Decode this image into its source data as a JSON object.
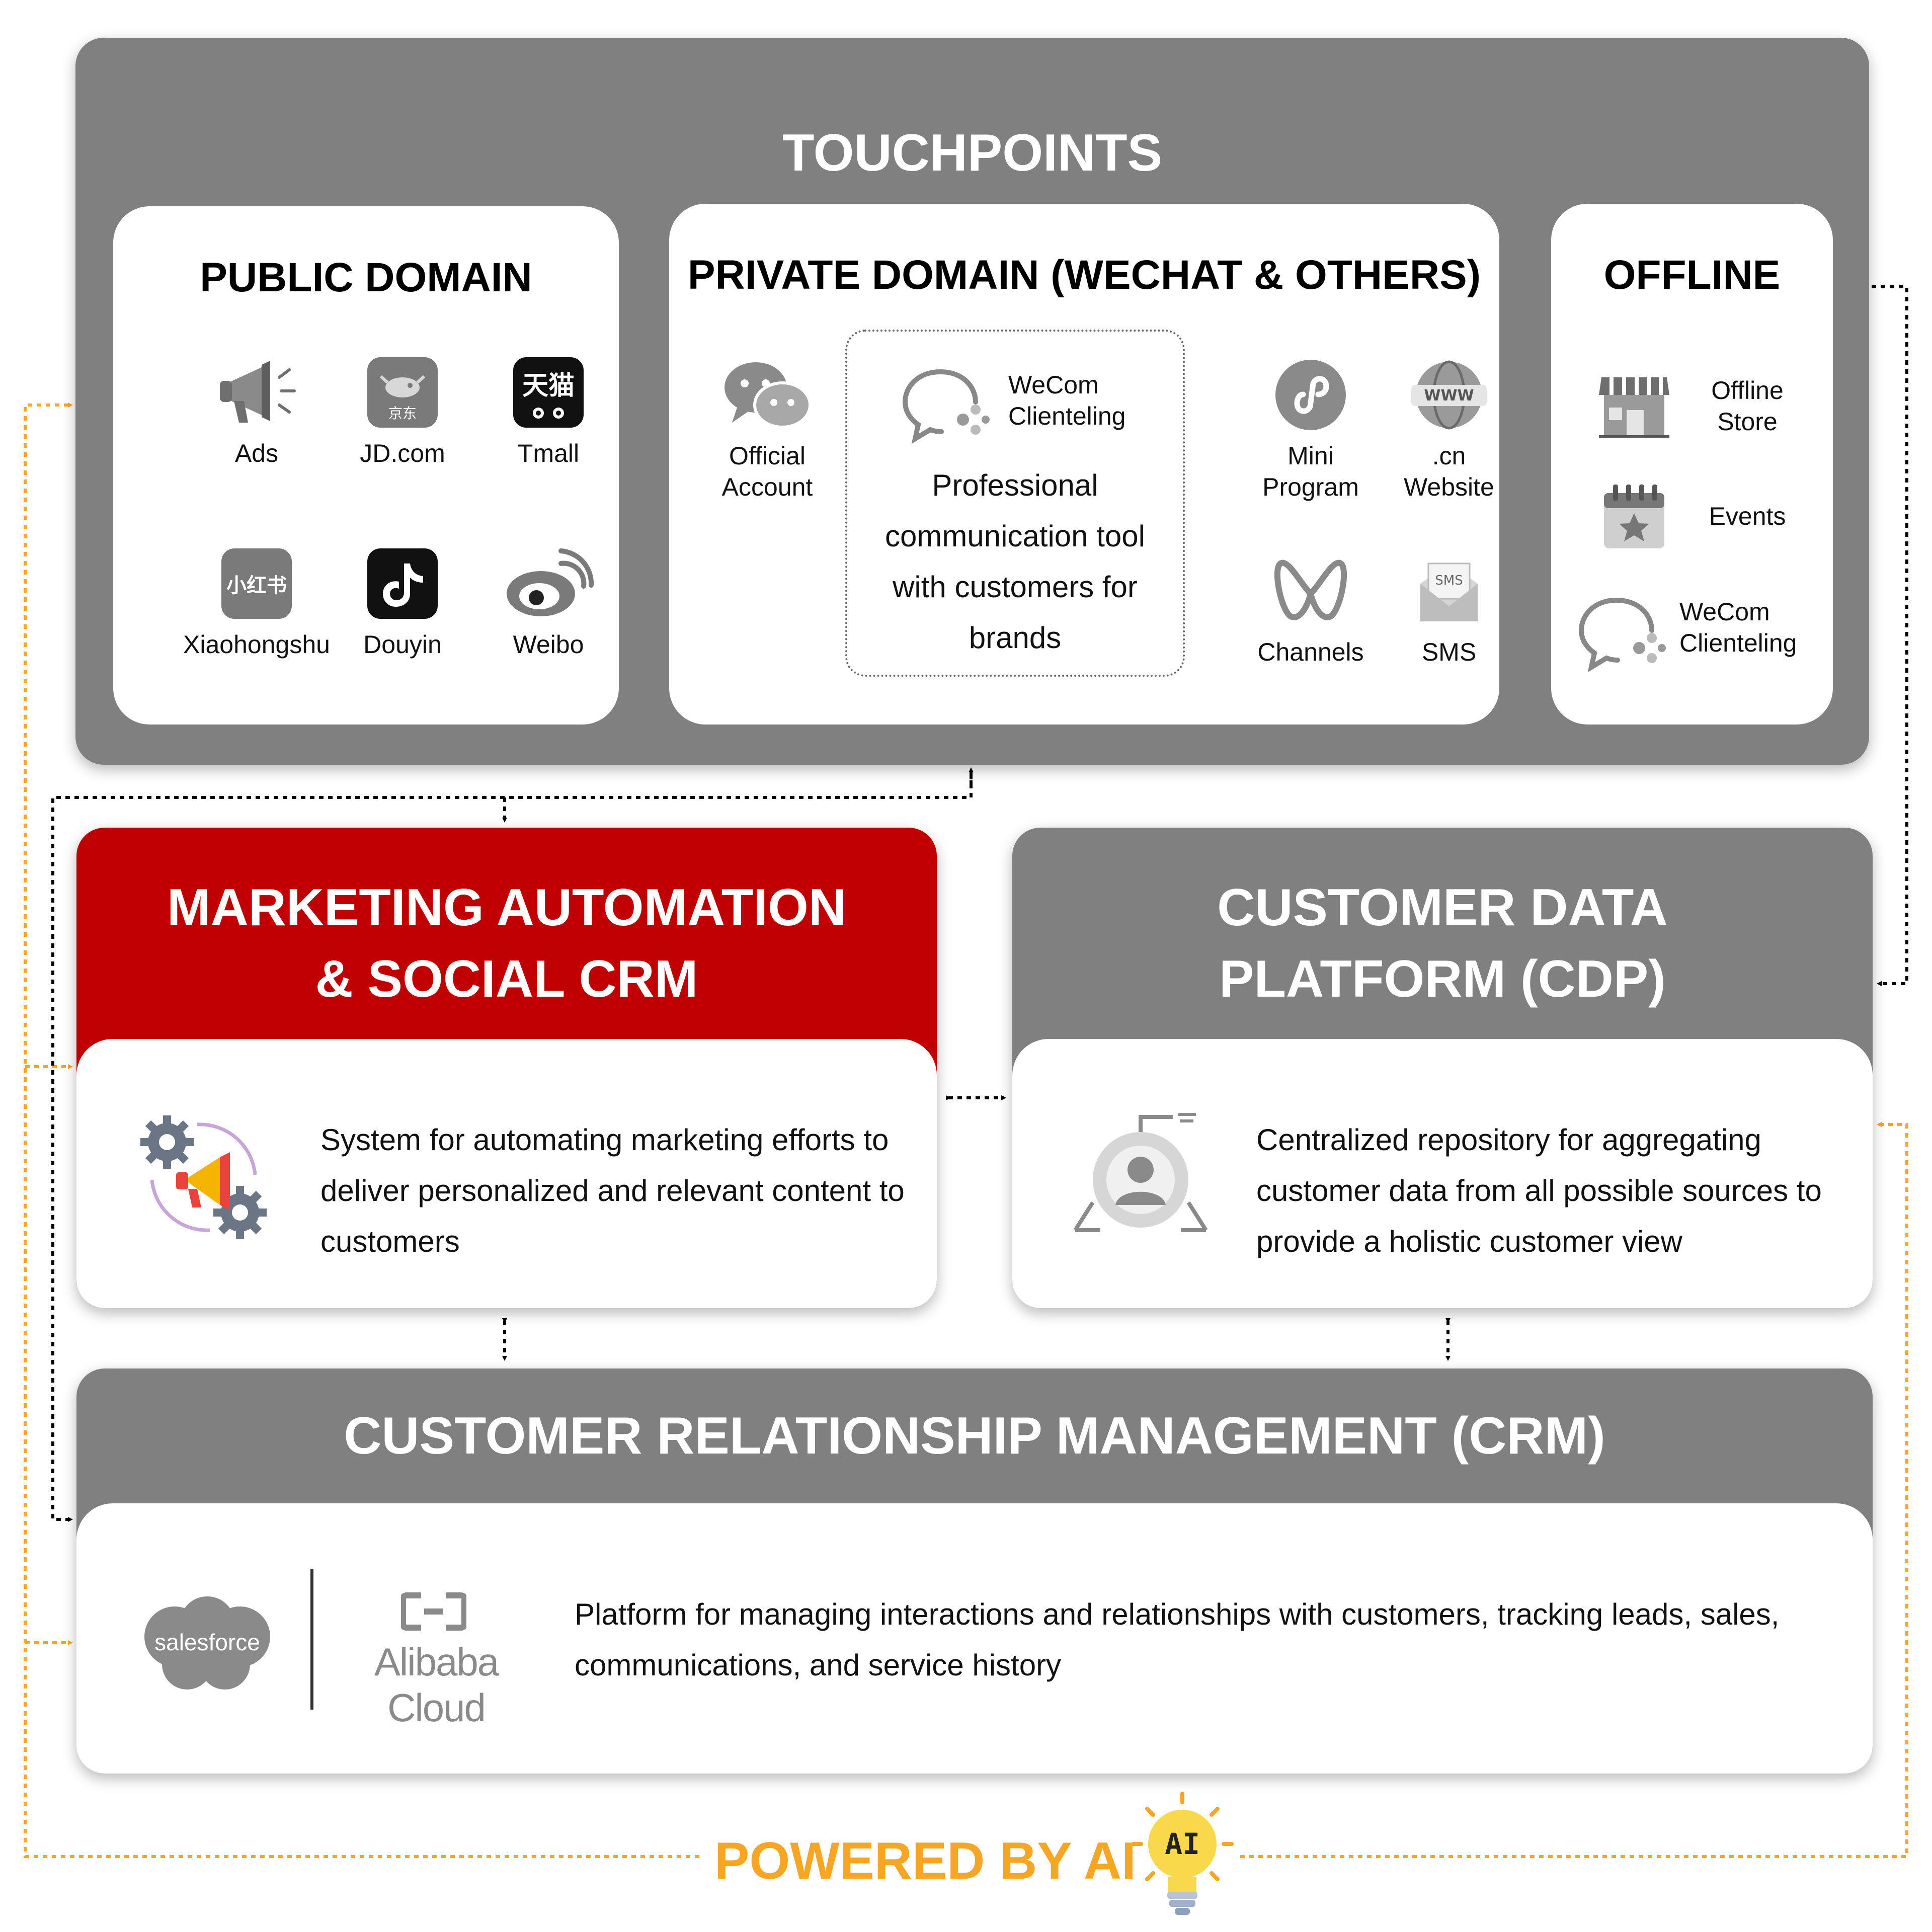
{
  "touchpoints": {
    "title": "TOUCHPOINTS",
    "public_domain": {
      "title": "PUBLIC DOMAIN",
      "items": [
        {
          "label": "Ads",
          "icon": "megaphone-icon"
        },
        {
          "label": "JD.com",
          "icon": "jd-logo-icon"
        },
        {
          "label": "Tmall",
          "icon": "tmall-logo-icon"
        },
        {
          "label": "Xiaohongshu",
          "icon": "xiaohongshu-logo-icon"
        },
        {
          "label": "Douyin",
          "icon": "douyin-logo-icon"
        },
        {
          "label": "Weibo",
          "icon": "weibo-logo-icon"
        }
      ],
      "jd_logo_text": "京东",
      "tmall_logo_text": "天猫",
      "xhs_logo_text": "小红书"
    },
    "private_domain": {
      "title": "PRIVATE DOMAIN (WECHAT & OTHERS)",
      "official_account": "Official\nAccount",
      "wecom": {
        "label": "WeCom\nClienteling",
        "description": "Professional communication tool with customers for brands"
      },
      "mini_program": "Mini\nProgram",
      "website": ".cn\nWebsite",
      "website_icon_text": "WWW",
      "channels": "Channels",
      "sms": "SMS",
      "sms_icon_text": "SMS"
    },
    "offline": {
      "title": "OFFLINE",
      "items": [
        {
          "label": "Offline\nStore",
          "icon": "store-icon"
        },
        {
          "label": "Events",
          "icon": "calendar-star-icon"
        },
        {
          "label": "WeCom\nClienteling",
          "icon": "wecom-icon"
        }
      ]
    }
  },
  "marketing_automation": {
    "title": "MARKETING AUTOMATION\n& SOCIAL CRM",
    "description": "System for automating marketing efforts to deliver personalized and relevant content to customers",
    "color": "#c00000"
  },
  "cdp": {
    "title": "CUSTOMER DATA\nPLATFORM (CDP)",
    "description": "Centralized repository for aggregating customer data from all possible sources to provide a holistic customer view"
  },
  "crm": {
    "title": "CUSTOMER RELATIONSHIP MANAGEMENT (CRM)",
    "description": "Platform for managing interactions and relationships with customers, tracking leads, sales, communications, and service history",
    "logos": {
      "salesforce": "salesforce",
      "alibaba": "Alibaba Cloud"
    }
  },
  "footer": {
    "powered_by": "POWERED BY AI",
    "ai_badge": "AI",
    "accent": "#f6a623"
  },
  "colors": {
    "panel": "#808080",
    "red": "#c00000",
    "orange": "#f6a623"
  }
}
